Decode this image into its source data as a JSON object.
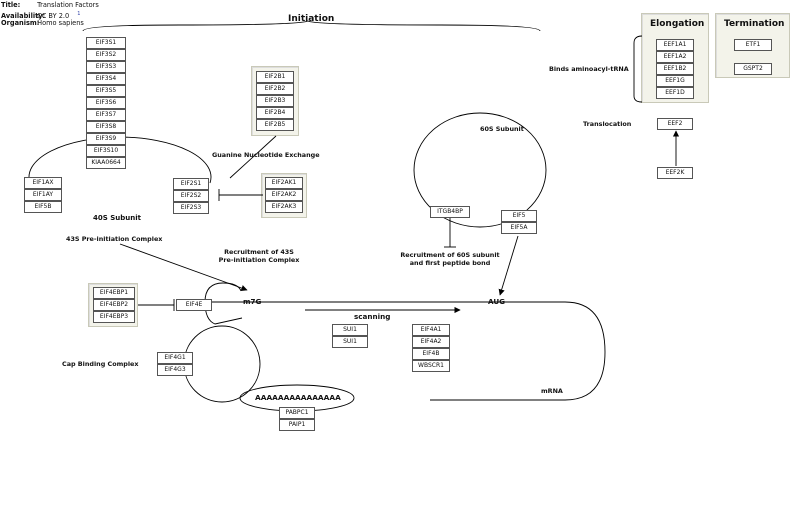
{
  "meta": {
    "title_key": "Title:",
    "title": "Translation Factors",
    "availability_key": "Availability:",
    "availability": "CC BY 2.0",
    "footnote": "1",
    "organism_key": "Organism:",
    "organism": "Homo sapiens"
  },
  "sections": {
    "initiation": "Initiation",
    "elongation": "Elongation",
    "termination": "Termination"
  },
  "labels": {
    "guanine": "Guanine Nucleotide Exchange",
    "subunit40s": "40S Subunit",
    "preinit": "43S Pre-initiation Complex",
    "recruit43s_1": "Recruitment of 43S",
    "recruit43s_2": "Pre-initiation Complex",
    "subunit60s": "60S Subunit",
    "recruit60s_1": "Recruitment of 60S subunit",
    "recruit60s_2": "and first peptide bond",
    "binds": "Binds aminoacyl-tRNA",
    "translocation": "Translocation",
    "m7g": "m7G",
    "aug": "AUG",
    "scanning": "scanning",
    "cap": "Cap Binding Complex",
    "polya": "AAAAAAAAAAAAAAA",
    "mrna": "mRNA"
  },
  "genes": {
    "eif3": [
      "EIF3S1",
      "EIF3S2",
      "EIF3S3",
      "EIF3S4",
      "EIF3S5",
      "EIF3S6",
      "EIF3S7",
      "EIF3S8",
      "EIF3S9",
      "EIF3S10",
      "KIAA0664"
    ],
    "eif2b": [
      "EIF2B1",
      "EIF2B2",
      "EIF2B3",
      "EIF2B4",
      "EIF2B5"
    ],
    "eif1": [
      "EIF1AX",
      "EIF1AY",
      "EIF5B"
    ],
    "eif2s": [
      "EIF2S1",
      "EIF2S2",
      "EIF2S3"
    ],
    "eif2ak": [
      "EIF2AK1",
      "EIF2AK2",
      "EIF2AK3"
    ],
    "eif4ebp": [
      "EIF4EBP1",
      "EIF4EBP2",
      "EIF4EBP3"
    ],
    "eif4e": "EIF4E",
    "eif4g": [
      "EIF4G1",
      "EIF4G3"
    ],
    "sui": [
      "SUI1",
      "SUI1"
    ],
    "eif4a": [
      "EIF4A1",
      "EIF4A2",
      "EIF4B",
      "WBSCR1"
    ],
    "pabp": [
      "PABPC1",
      "PAIP1"
    ],
    "itgb4bp": "ITGB4BP",
    "eif5": [
      "EIF5",
      "EIF5A"
    ],
    "elong": [
      "EEF1A1",
      "EEF1A2",
      "EEF1B2",
      "EEF1G",
      "EEF1D"
    ],
    "term": [
      "ETF1",
      "GSPT2"
    ],
    "eef2": "EEF2",
    "eef2k": "EEF2K"
  }
}
